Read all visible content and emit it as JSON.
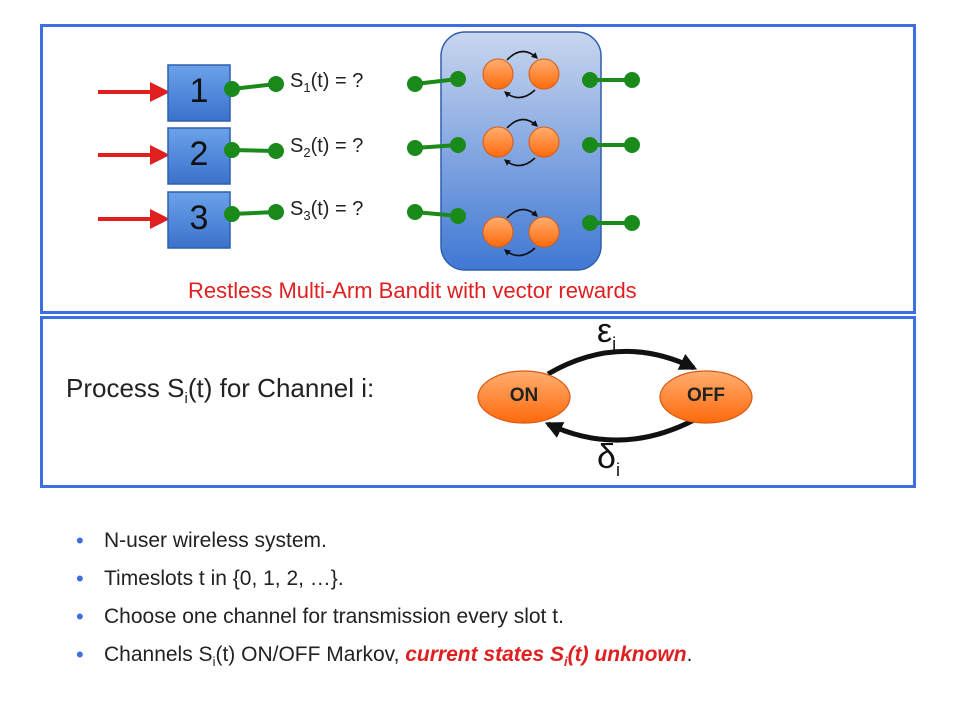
{
  "top": {
    "arms": [
      {
        "num": "1"
      },
      {
        "num": "2"
      },
      {
        "num": "3"
      }
    ],
    "state_labels": [
      {
        "pre": "S",
        "sub": "1",
        "post": "(t) = ?"
      },
      {
        "pre": "S",
        "sub": "2",
        "post": "(t) = ?"
      },
      {
        "pre": "S",
        "sub": "3",
        "post": "(t) = ?"
      }
    ],
    "caption": "Restless Multi-Arm Bandit with vector rewards"
  },
  "bottom": {
    "process_pre": "Process S",
    "process_sub": "i",
    "process_post": "(t) for Channel i:",
    "on_label": "ON",
    "off_label": "OFF",
    "epsilon": "ε",
    "epsilon_sub": "i",
    "delta": "δ",
    "delta_sub": "i"
  },
  "bullets": {
    "b1": "N-user wireless system.",
    "b2": "Timeslots t in {0, 1, 2, …}.",
    "b3": "Choose one channel for transmission every slot t.",
    "b4_pre": "Channels S",
    "b4_sub": "i",
    "b4_mid": "(t) ON/OFF Markov, ",
    "b4_emph_pre": "current states S",
    "b4_emph_sub": "i",
    "b4_emph_post": "(t) unknown",
    "b4_end": "."
  },
  "colors": {
    "panel_border": "#3d6fe0",
    "arrow_red": "#e02020",
    "wire_green": "#1a8a1a",
    "arm_box": "#4a86d8",
    "node_orange": "#ff7a1a"
  }
}
